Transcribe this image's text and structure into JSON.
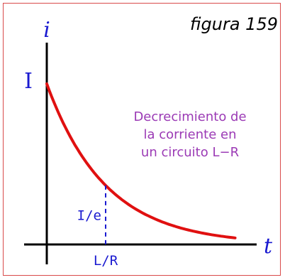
{
  "chart_data": {
    "type": "line",
    "title": "figura 159",
    "xlabel": "t",
    "ylabel": "i",
    "annotation": [
      "Decrecimiento de",
      "la  corriente en",
      "un circuito L−R"
    ],
    "y_tick_label": "I",
    "marker_y_label": "I/e",
    "marker_x_label": "L/R",
    "tau": 1,
    "I0": 1,
    "x_range": [
      0,
      3.2
    ],
    "ylim": [
      0,
      1.1
    ],
    "grid": false,
    "colors": {
      "curve": "#e01010",
      "axis": "#000000",
      "text": "#1a1ad0",
      "annotation": "#9b3ab5",
      "frame": "#d94a4a"
    }
  }
}
